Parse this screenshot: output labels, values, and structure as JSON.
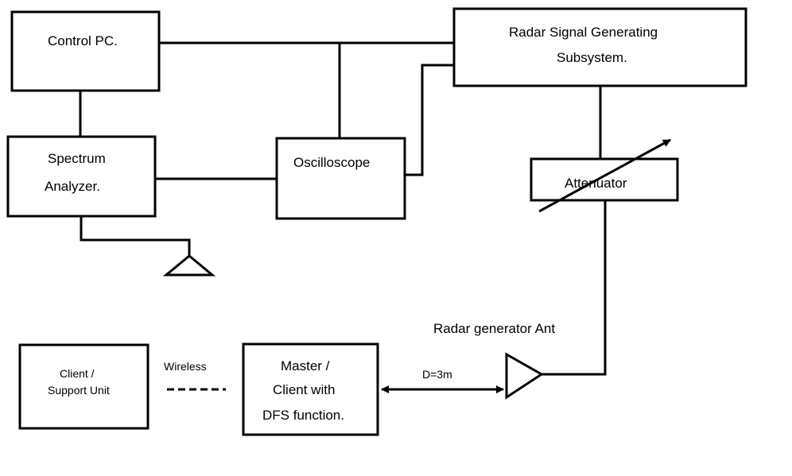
{
  "blocks": {
    "control_pc": "Control PC.",
    "radar_gen_line1": "Radar Signal Generating",
    "radar_gen_line2": "Subsystem.",
    "spectrum_line1": "Spectrum",
    "spectrum_line2": "Analyzer.",
    "oscilloscope": "Oscilloscope",
    "attenuator": "Attenuator",
    "client_line1": "Client /",
    "client_line2": "Support Unit",
    "master_line1": "Master /",
    "master_line2": "Client with",
    "master_line3": "DFS function."
  },
  "labels": {
    "wireless": "Wireless",
    "distance": "D=3m",
    "radar_ant": "Radar generator Ant"
  }
}
